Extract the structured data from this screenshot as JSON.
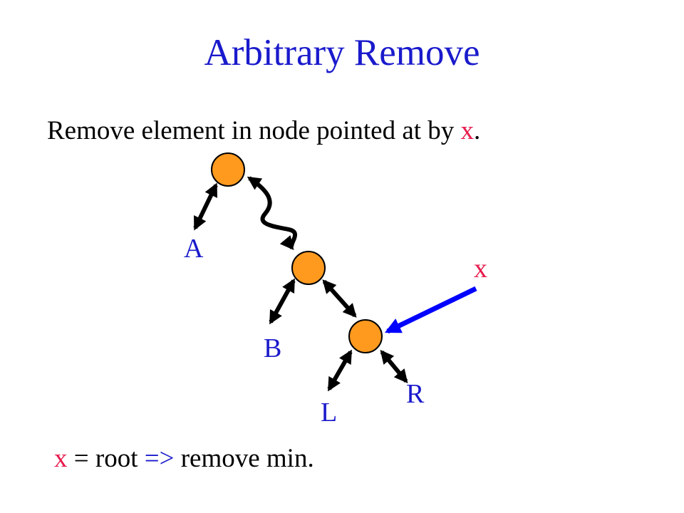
{
  "slide": {
    "title": "Arbitrary Remove",
    "line1": {
      "before": "Remove element in node pointed at by ",
      "var": "x",
      "after": "."
    },
    "line2": {
      "var": "x",
      "middle": " = root ",
      "arrow": "=>",
      "after": " remove min."
    }
  },
  "diagram": {
    "labels": {
      "a": "A",
      "b": "B",
      "l": "L",
      "r": "R",
      "x": "x"
    },
    "colors": {
      "node": "#ff9a1f",
      "title": "#1a1acc",
      "highlight": "#e6194b",
      "pointer": "#0000ff"
    }
  }
}
